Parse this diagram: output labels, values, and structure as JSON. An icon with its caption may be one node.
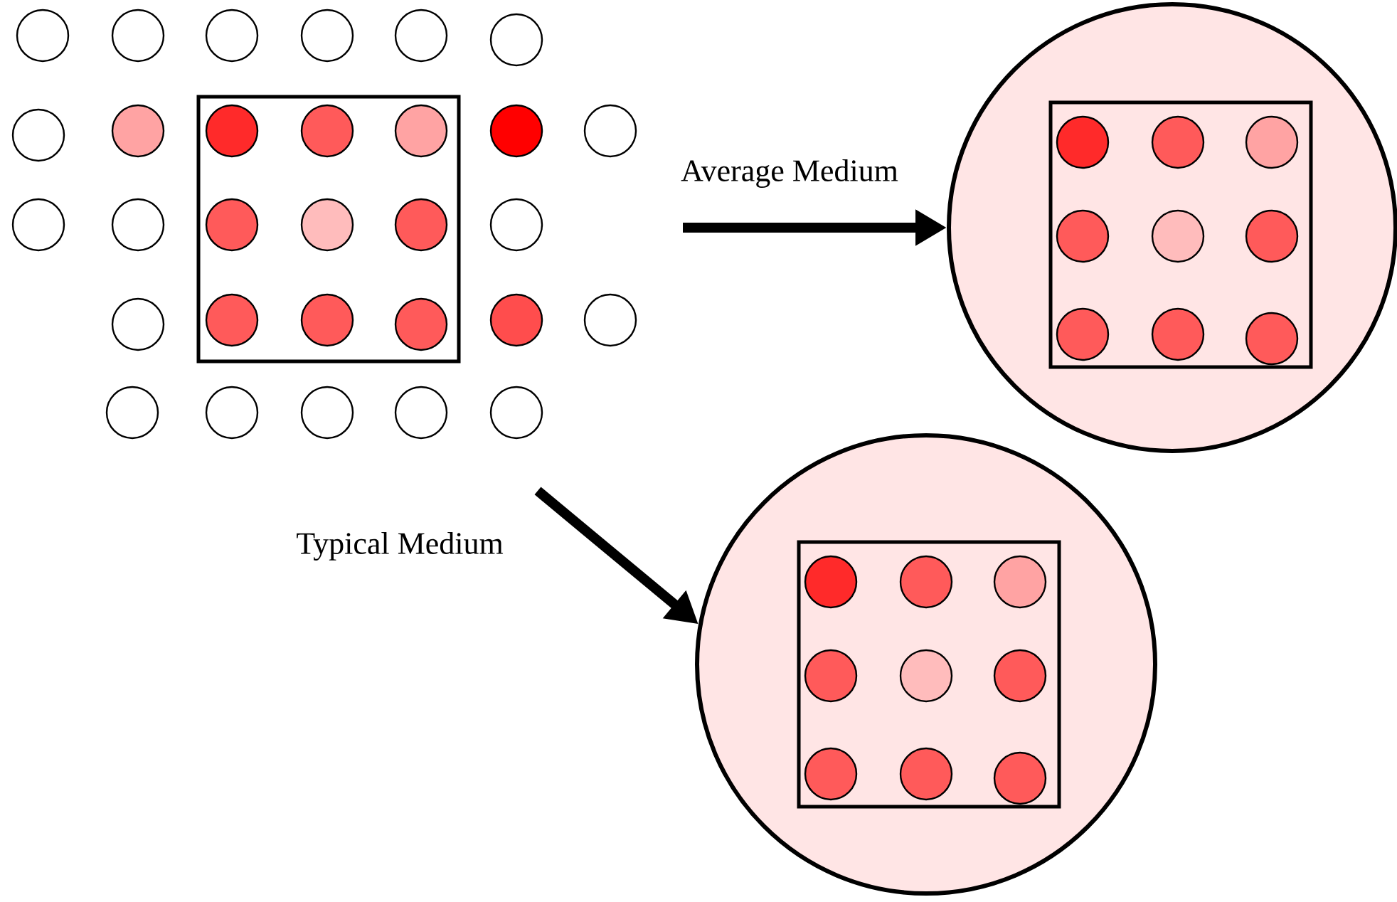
{
  "diagram": {
    "nodes": [
      {
        "text": [],
        "shape": "box"
      },
      {
        "text": [],
        "shape": "circle"
      },
      {
        "text": [],
        "shape": "circle"
      },
      {
        "text": [],
        "shape": "box",
        "in": 1
      },
      {
        "text": [],
        "shape": "box",
        "in": 2
      }
    ],
    "edges": [
      {
        "from": null,
        "to": 1,
        "arrow": "to",
        "label": "Average Medium"
      },
      {
        "from": null,
        "to": 2,
        "arrow": "to",
        "label": "Typical Medium"
      }
    ]
  }
}
